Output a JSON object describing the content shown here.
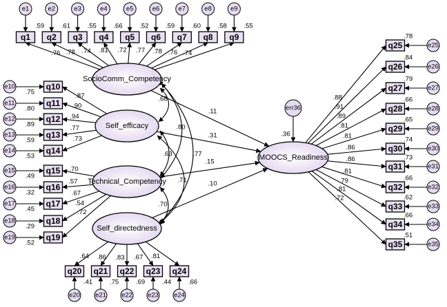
{
  "latent_factors": [
    {
      "id": "socio",
      "label": "SocioComm_Competency"
    },
    {
      "id": "selfeff",
      "label": "Self_efficacy"
    },
    {
      "id": "tech",
      "label": "Technical_Competency"
    },
    {
      "id": "selfdir",
      "label": "Self_directedness"
    },
    {
      "id": "moocs",
      "label": "MOOCS_Readiness"
    }
  ],
  "structural_error": {
    "label": "err36",
    "r2": ".36"
  },
  "indicators": [
    {
      "label": "q1",
      "error": "e1",
      "loading": ".76",
      "r2": ".59",
      "factor": "socio"
    },
    {
      "label": "q2",
      "error": "e2",
      "loading": ".78",
      "r2": ".61",
      "factor": "socio"
    },
    {
      "label": "q3",
      "error": "e3",
      "loading": ".74",
      "r2": ".55",
      "factor": "socio"
    },
    {
      "label": "q4",
      "error": "e4",
      "loading": ".81",
      "r2": ".66",
      "factor": "socio"
    },
    {
      "label": "q5",
      "error": "e5",
      "loading": ".72",
      "r2": ".52",
      "factor": "socio"
    },
    {
      "label": "q6",
      "error": "e6",
      "loading": ".77",
      "r2": ".59",
      "factor": "socio"
    },
    {
      "label": "q7",
      "error": "e7",
      "loading": ".78",
      "r2": ".60",
      "factor": "socio"
    },
    {
      "label": "q8",
      "error": "e8",
      "loading": ".76",
      "r2": ".58",
      "factor": "socio"
    },
    {
      "label": "q9",
      "error": "e9",
      "loading": ".74",
      "r2": ".55",
      "factor": "socio"
    },
    {
      "label": "q10",
      "error": "e10",
      "loading": ".87",
      "r2": ".75",
      "factor": "selfeff"
    },
    {
      "label": "q11",
      "error": "e11",
      "loading": ".90",
      "r2": ".80",
      "factor": "selfeff"
    },
    {
      "label": "q12",
      "error": "e12",
      "loading": ".94",
      "r2": ".89",
      "factor": "selfeff"
    },
    {
      "label": "q13",
      "error": "e13",
      "loading": ".77",
      "r2": ".59",
      "factor": "selfeff"
    },
    {
      "label": "q14",
      "error": "e14",
      "loading": ".73",
      "r2": ".53",
      "factor": "selfeff"
    },
    {
      "label": "q15",
      "error": "e15",
      "loading": ".70",
      "r2": ".49",
      "factor": "tech"
    },
    {
      "label": "q16",
      "error": "e16",
      "loading": ".57",
      "r2": ".32",
      "factor": "tech"
    },
    {
      "label": "q17",
      "error": "e17",
      "loading": ".67",
      "r2": ".45",
      "factor": "tech"
    },
    {
      "label": "q18",
      "error": "e18",
      "loading": ".54",
      "r2": ".29",
      "factor": "tech"
    },
    {
      "label": "q19",
      "error": "e19",
      "loading": ".72",
      "r2": ".52",
      "factor": "tech"
    },
    {
      "label": "q20",
      "error": "e20",
      "loading": ".64",
      "r2": ".41",
      "factor": "selfdir"
    },
    {
      "label": "q21",
      "error": "e21",
      "loading": ".86",
      "r2": ".75",
      "factor": "selfdir"
    },
    {
      "label": "q22",
      "error": "e22",
      "loading": ".83",
      "r2": ".69",
      "factor": "selfdir"
    },
    {
      "label": "q23",
      "error": "e23",
      "loading": ".67",
      "r2": ".44",
      "factor": "selfdir"
    },
    {
      "label": "q24",
      "error": "e24",
      "loading": ".81",
      "r2": ".66",
      "factor": "selfdir"
    },
    {
      "label": "q25",
      "error": "e25",
      "loading": ".88",
      "r2": ".78",
      "factor": "moocs"
    },
    {
      "label": "q26",
      "error": "e26",
      "loading": ".91",
      "r2": ".84",
      "factor": "moocs"
    },
    {
      "label": "q27",
      "error": "e27",
      "loading": ".89",
      "r2": ".79",
      "factor": "moocs"
    },
    {
      "label": "q28",
      "error": "e28",
      "loading": ".81",
      "r2": ".66",
      "factor": "moocs"
    },
    {
      "label": "q29",
      "error": "e29",
      "loading": ".81",
      "r2": ".65",
      "factor": "moocs"
    },
    {
      "label": "q30",
      "error": "e30",
      "loading": ".86",
      "r2": ".74",
      "factor": "moocs"
    },
    {
      "label": "q31",
      "error": "e31",
      "loading": ".86",
      "r2": ".73",
      "factor": "moocs"
    },
    {
      "label": "q32",
      "error": "e32",
      "loading": ".81",
      "r2": ".66",
      "factor": "moocs"
    },
    {
      "label": "q33",
      "error": "e33",
      "loading": ".79",
      "r2": ".62",
      "factor": "moocs"
    },
    {
      "label": "q34",
      "error": "e34",
      "loading": ".81",
      "r2": ".66",
      "factor": "moocs"
    },
    {
      "label": "q35",
      "error": "e35",
      "loading": ".72",
      "r2": ".51",
      "factor": "moocs"
    }
  ],
  "paths": [
    {
      "from": "socio",
      "to": "moocs",
      "value": ".11"
    },
    {
      "from": "selfeff",
      "to": "moocs",
      "value": ".31"
    },
    {
      "from": "tech",
      "to": "moocs",
      "value": ".15"
    },
    {
      "from": "selfdir",
      "to": "moocs",
      "value": ".10"
    }
  ],
  "correlations": [
    {
      "a": "socio",
      "b": "selfeff",
      "value": ".68"
    },
    {
      "a": "socio",
      "b": "tech",
      "value": ".80"
    },
    {
      "a": "socio",
      "b": "selfdir",
      "value": ".77"
    },
    {
      "a": "selfeff",
      "b": "tech",
      "value": ".63"
    },
    {
      "a": "selfeff",
      "b": "selfdir",
      "value": ".71"
    },
    {
      "a": "tech",
      "b": "selfdir",
      "value": ".70"
    }
  ]
}
